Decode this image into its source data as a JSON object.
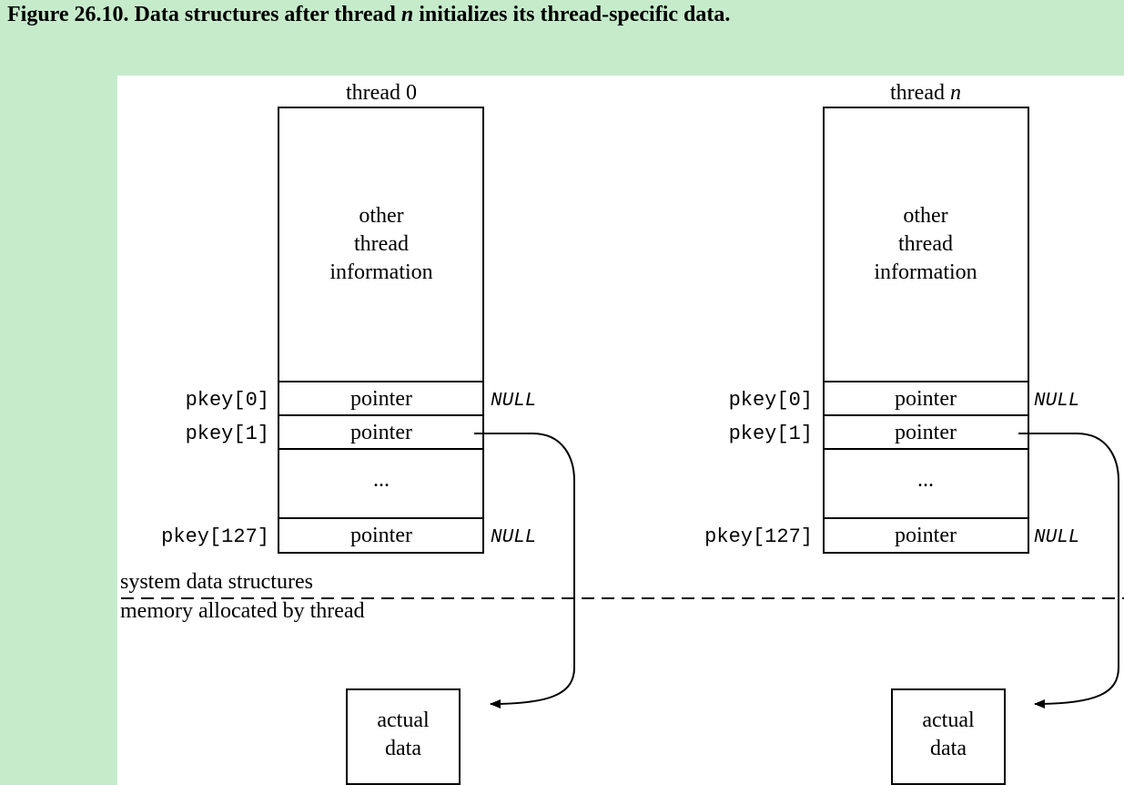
{
  "caption": {
    "prefix": "Figure 26.10. Data structures after thread ",
    "var": "n",
    "suffix": " initializes its thread-specific data."
  },
  "threads": [
    {
      "title_prefix": "thread ",
      "title_var": "0",
      "info_lines": [
        "other",
        "thread",
        "information"
      ],
      "rows": [
        {
          "key": "pkey[0]",
          "cell": "pointer",
          "note": "NULL"
        },
        {
          "key": "pkey[1]",
          "cell": "pointer",
          "note": ""
        },
        {
          "key": "",
          "cell": "...",
          "note": ""
        },
        {
          "key": "pkey[127]",
          "cell": "pointer",
          "note": "NULL"
        }
      ],
      "data_box": [
        "actual",
        "data"
      ]
    },
    {
      "title_prefix": "thread ",
      "title_var": "n",
      "info_lines": [
        "other",
        "thread",
        "information"
      ],
      "rows": [
        {
          "key": "pkey[0]",
          "cell": "pointer",
          "note": "NULL"
        },
        {
          "key": "pkey[1]",
          "cell": "pointer",
          "note": ""
        },
        {
          "key": "",
          "cell": "...",
          "note": ""
        },
        {
          "key": "pkey[127]",
          "cell": "pointer",
          "note": "NULL"
        }
      ],
      "data_box": [
        "actual",
        "data"
      ]
    }
  ],
  "divider": {
    "above_label": "system data structures",
    "below_label": "memory allocated by thread"
  }
}
